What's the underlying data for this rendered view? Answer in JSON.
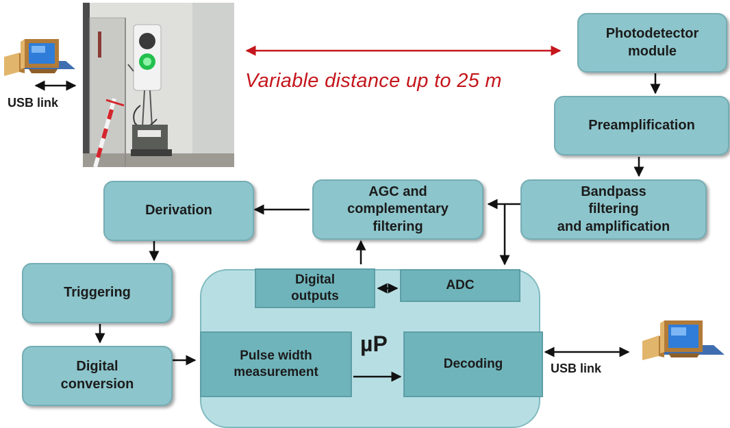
{
  "colors": {
    "box_fill": "#8cc5cb",
    "inner_box_fill": "#6fb4bb",
    "processor_fill": "#b7dfe3",
    "distance_arrow": "#c4161c",
    "arrow": "#111111"
  },
  "photo": {
    "icon": "traffic-light-setup-photo"
  },
  "computers": {
    "icon": "desktop-computer-icon"
  },
  "labels": {
    "usb_link_left": "USB link",
    "usb_link_right": "USB link",
    "distance": "Variable distance up to 25 m",
    "processor": "µP"
  },
  "blocks": {
    "photodetector": "Photodetector\nmodule",
    "preamplification": "Preamplification",
    "bandpass": "Bandpass\nfiltering\nand amplification",
    "agc": "AGC and\ncomplementary\nfiltering",
    "derivation": "Derivation",
    "triggering": "Triggering",
    "digital_conversion": "Digital\nconversion",
    "digital_outputs": "Digital\noutputs",
    "adc": "ADC",
    "pulse_width": "Pulse width\nmeasurement",
    "decoding": "Decoding"
  }
}
